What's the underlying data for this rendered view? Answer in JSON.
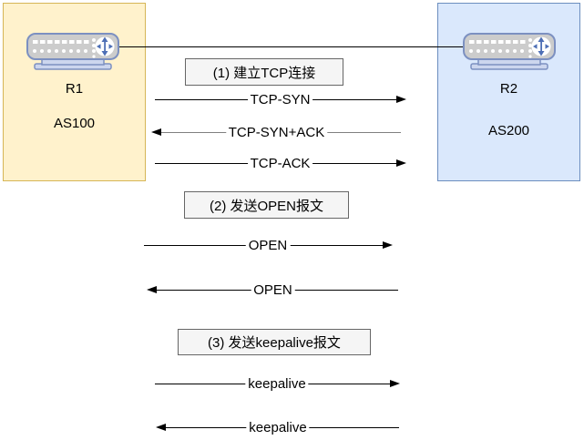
{
  "nodes": {
    "r1": {
      "label": "R1",
      "as_label": "AS100"
    },
    "r2": {
      "label": "R2",
      "as_label": "AS200"
    }
  },
  "steps": [
    {
      "label": "(1) 建立TCP连接"
    },
    {
      "label": "(2) 发送OPEN报文"
    },
    {
      "label": "(3) 发送keepalive报文"
    }
  ],
  "messages": [
    {
      "label": "TCP-SYN",
      "direction": "right"
    },
    {
      "label": "TCP-SYN+ACK",
      "direction": "left"
    },
    {
      "label": "TCP-ACK",
      "direction": "right"
    },
    {
      "label": "OPEN",
      "direction": "right"
    },
    {
      "label": "OPEN",
      "direction": "left"
    },
    {
      "label": "keepalive",
      "direction": "right"
    },
    {
      "label": "keepalive",
      "direction": "left"
    }
  ],
  "icons": {
    "router_left": "router-icon",
    "router_right": "router-icon"
  },
  "colors": {
    "node_r1_fill": "#FFF2CC",
    "node_r1_border": "#D6B656",
    "node_r2_fill": "#DAE8FC",
    "node_r2_border": "#6C8EBF",
    "step_fill": "#F5F5F5",
    "step_border": "#666666",
    "arrow_color": "#000000",
    "arrow_gray": "#808080",
    "router_body": "#CCCCCC",
    "router_border": "#7C90C1",
    "router_stand": "#CCD6EE",
    "router_symbol": "#4E6FB5",
    "text_color": "#000000"
  }
}
